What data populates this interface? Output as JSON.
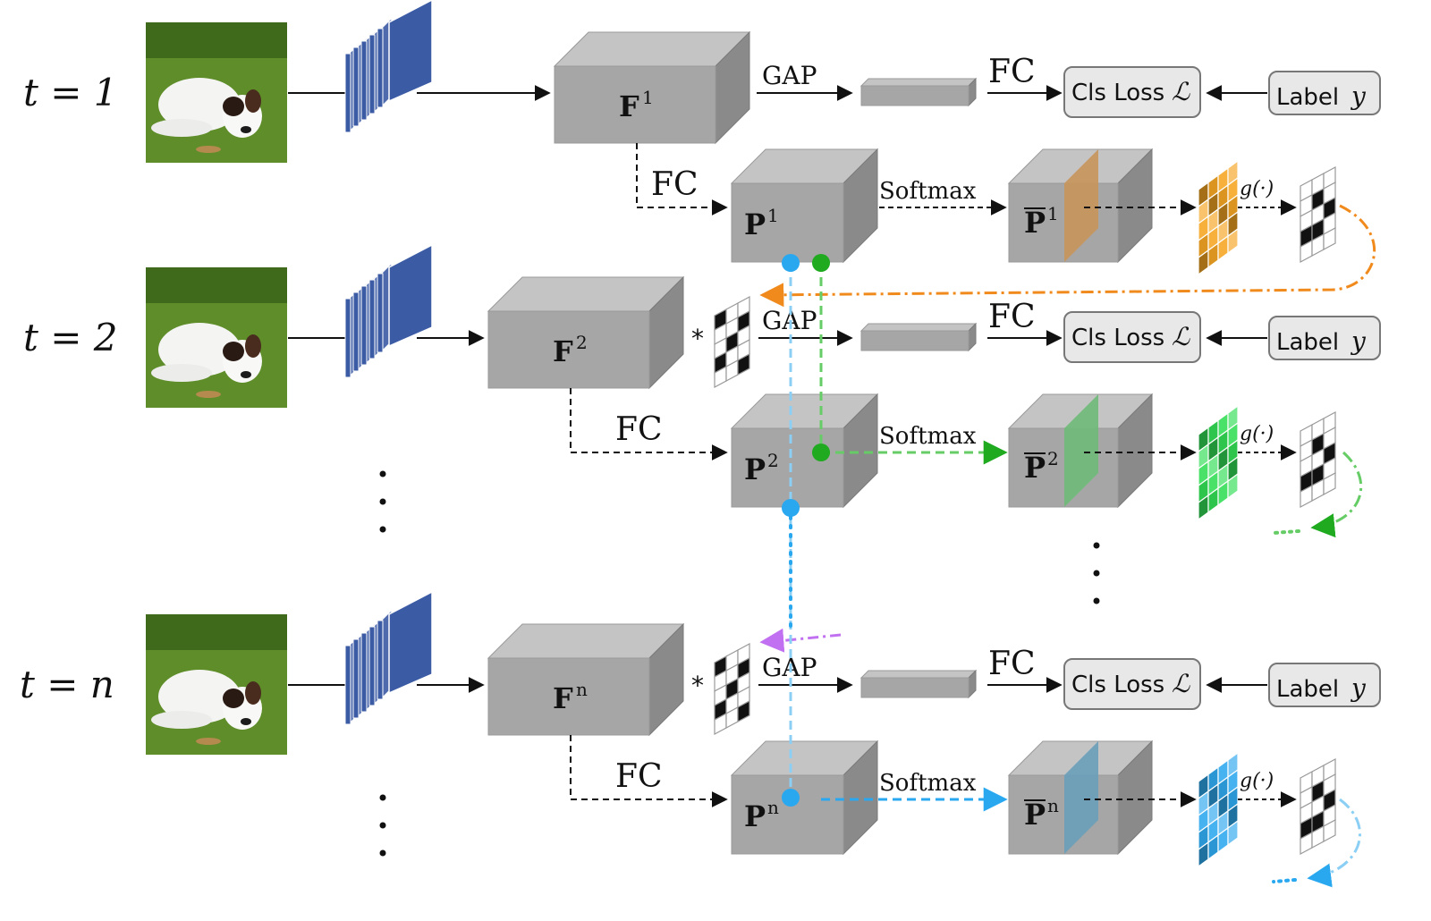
{
  "rows": [
    {
      "step_label": "t = 1",
      "feature": {
        "symbol": "F",
        "superscript": "1"
      },
      "prob": {
        "symbol": "P",
        "superscript": "1"
      },
      "norm": {
        "symbol": "P",
        "superscript": "1"
      },
      "heat_color": "#f5a623",
      "band_color": "#c8955a",
      "has_attention": false
    },
    {
      "step_label": "t = 2",
      "feature": {
        "symbol": "F",
        "superscript": "2"
      },
      "prob": {
        "symbol": "P",
        "superscript": "2"
      },
      "norm": {
        "symbol": "P",
        "superscript": "2"
      },
      "heat_color": "#33dd55",
      "band_color": "#6fba7a",
      "has_attention": true
    },
    {
      "step_label": "t = n",
      "feature": {
        "symbol": "F",
        "superscript": "n"
      },
      "prob": {
        "symbol": "P",
        "superscript": "n"
      },
      "norm": {
        "symbol": "P",
        "superscript": "n"
      },
      "heat_color": "#2fa8ee",
      "band_color": "#6a9fba",
      "has_attention": true
    }
  ],
  "edges": {
    "gap_label": "GAP",
    "fc_label": "FC",
    "softmax_label": "Softmax",
    "g_label": "g(·)",
    "multiply_label": "*"
  },
  "loss_box": {
    "text": "Cls Loss",
    "symbol": "ℒ"
  },
  "label_box": {
    "text": "Label",
    "symbol": "y"
  },
  "colors": {
    "cnn_blue": "#3b5ba5",
    "box_front": "#a6a6a6",
    "box_top": "#c4c4c4",
    "box_side": "#8a8a8a",
    "orange": "#f08a1c",
    "green": "#1faa1f",
    "light_green": "#66cc66",
    "blue": "#29a8f0",
    "purple": "#c070f0"
  }
}
